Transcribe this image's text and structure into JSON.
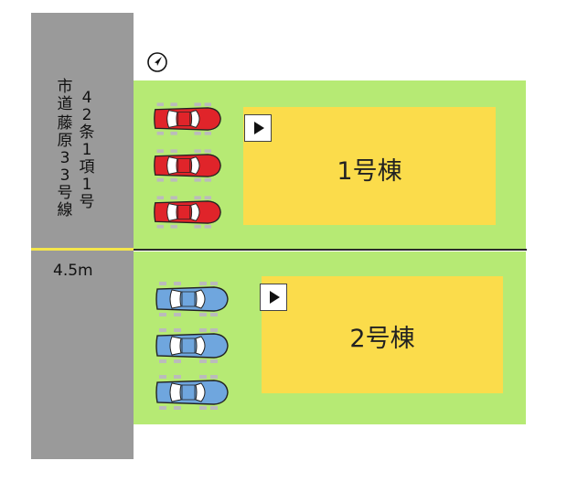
{
  "road": {
    "label_col1": "市道",
    "label_col2": "藤原33号線",
    "label_col3": "42条1項1号",
    "width": "4.5m"
  },
  "buildings": [
    {
      "label": "1号棟"
    },
    {
      "label": "2号棟"
    }
  ],
  "parking": [
    {
      "color": "#e0242a",
      "count": 3
    },
    {
      "color": "#6fa6de",
      "count": 3
    }
  ],
  "colors": {
    "road": "#9a9a9a",
    "lot": "#b6ea74",
    "building": "#fbdc4b",
    "road_edge_line": "#f5e64a"
  },
  "icons": [
    "compass-north-icon",
    "entrance-arrow-icon",
    "car-icon"
  ]
}
